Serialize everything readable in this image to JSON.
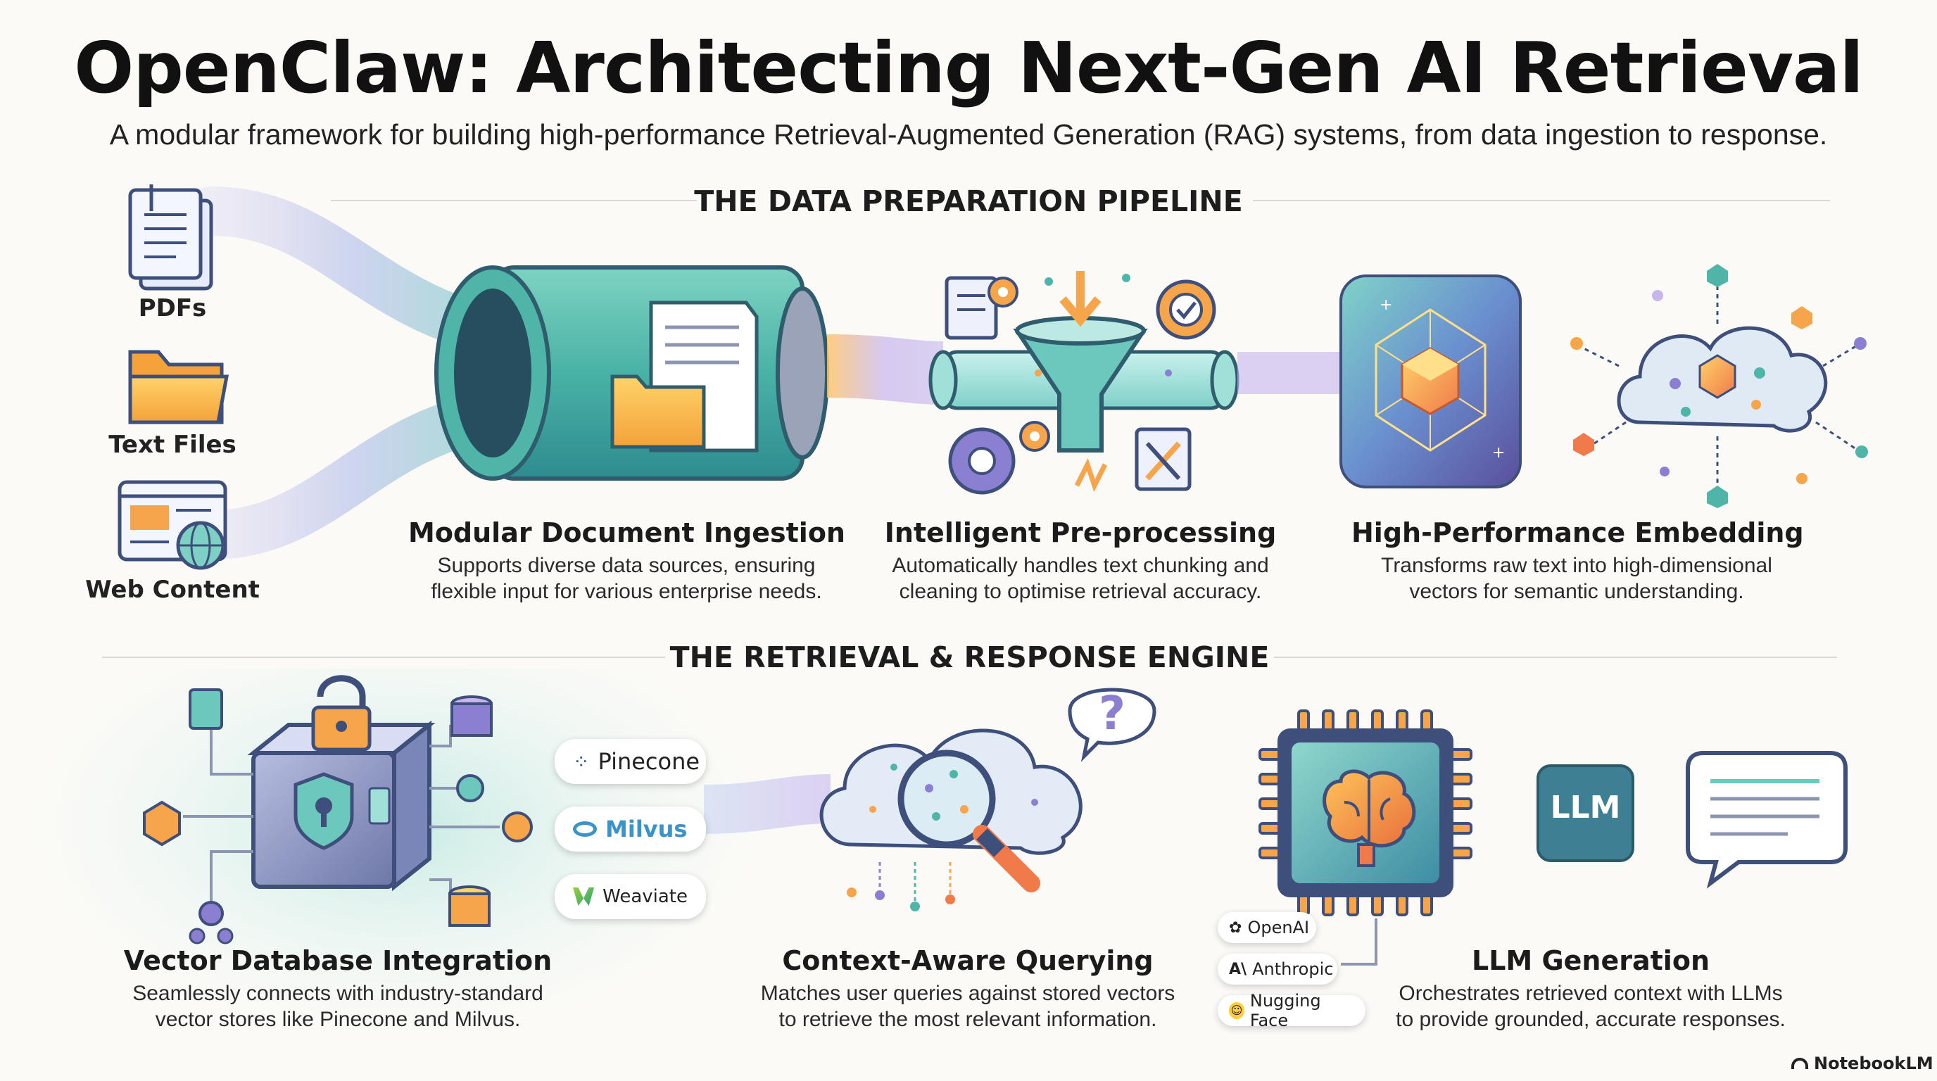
{
  "header": {
    "title": "OpenClaw: Architecting Next-Gen AI Retrieval",
    "subtitle": "A modular framework for building high-performance Retrieval-Augmented Generation (RAG) systems, from data ingestion to response."
  },
  "sections": {
    "preparation": "THE DATA PREPARATION PIPELINE",
    "retrieval": "THE RETRIEVAL & RESPONSE ENGINE"
  },
  "sources": [
    "PDFs",
    "Text Files",
    "Web Content"
  ],
  "pipeline": [
    {
      "title": "Modular Document Ingestion",
      "desc": [
        "Supports diverse data sources, ensuring",
        "flexible input for various enterprise needs."
      ]
    },
    {
      "title": "Intelligent Pre-processing",
      "desc": [
        "Automatically handles text chunking and",
        "cleaning to optimise retrieval accuracy."
      ]
    },
    {
      "title": "High-Performance Embedding",
      "desc": [
        "Transforms raw text into high-dimensional",
        "vectors for semantic understanding."
      ]
    }
  ],
  "engine": [
    {
      "title": "Vector Database Integration",
      "desc": [
        "Seamlessly connects with industry-standard",
        "vector stores like Pinecone and Milvus."
      ]
    },
    {
      "title": "Context-Aware Querying",
      "desc": [
        "Matches user queries against stored vectors",
        "to retrieve the most relevant information."
      ]
    },
    {
      "title": "LLM Generation",
      "desc": [
        "Orchestrates retrieved context with LLMs",
        "to provide grounded, accurate responses."
      ]
    }
  ],
  "vector_stores": [
    "Pinecone",
    "Milvus",
    "Weaviate"
  ],
  "llm_providers": [
    "OpenAI",
    "Anthropic",
    "Nugging Face"
  ],
  "llm_chip_label": "LLM",
  "query_symbol": "?",
  "watermark": "NotebookLM",
  "colors": {
    "teal": "#4fb5a8",
    "orange": "#f6a54a",
    "purple": "#8b7fd1",
    "navy": "#3d4f7a"
  }
}
